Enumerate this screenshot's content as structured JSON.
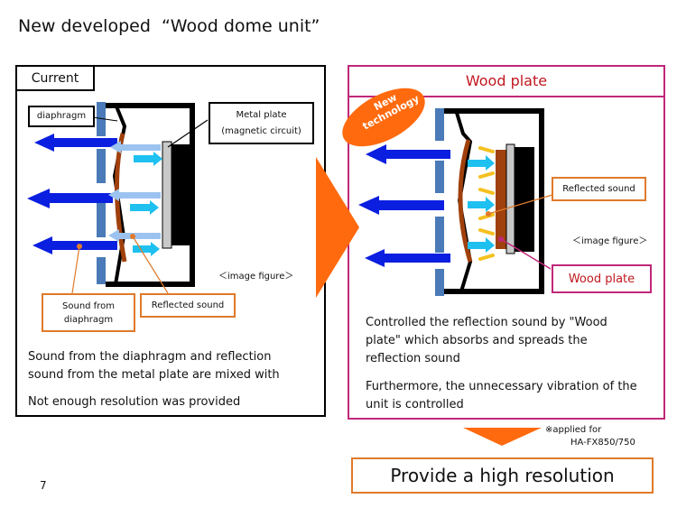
{
  "title": "New developed  “Wood dome unit”",
  "current_panel": {
    "tab_label": "Current",
    "labels": {
      "diaphragm": "diaphragm",
      "metal_plate_line1": "Metal plate",
      "metal_plate_line2": "(magnetic circuit)",
      "sound_from_diaphragm_line1": "Sound from",
      "sound_from_diaphragm_line2": "diaphragm",
      "reflected_sound": "Reflected sound",
      "image_figure": "＜image figure＞"
    },
    "description": [
      "Sound from the diaphragm and reflection",
      "sound from the metal plate are mixed with"
    ],
    "conclusion": "Not enough resolution was provided"
  },
  "wood_panel": {
    "tab_label": "Wood plate",
    "badge_line1": "New",
    "badge_line2": "technology",
    "labels": {
      "reflected_sound": "Reflected sound",
      "image_figure": "＜image figure＞",
      "wood_plate": "Wood plate"
    },
    "description": [
      "Controlled the reflection sound by \"Wood",
      "plate\" which absorbs and spreads the",
      "reflection sound"
    ],
    "furthermore": [
      "Furthermore, the unnecessary vibration of the",
      "unit is controlled"
    ]
  },
  "note": {
    "line1": "※applied for",
    "line2": "HA-FX850/750"
  },
  "result": "Provide a high resolution",
  "page_number": "7",
  "colors": {
    "orange": "#ff6a0e",
    "pink_border": "#c0287a",
    "red_text": "#c0181f",
    "dark_blue": "#0b1fe0",
    "light_blue": "#9cc3f0",
    "cyan": "#1ec0f0",
    "brown": "#a0400c",
    "steel_blue": "#4a7ab8",
    "yellow": "#f5c020"
  }
}
